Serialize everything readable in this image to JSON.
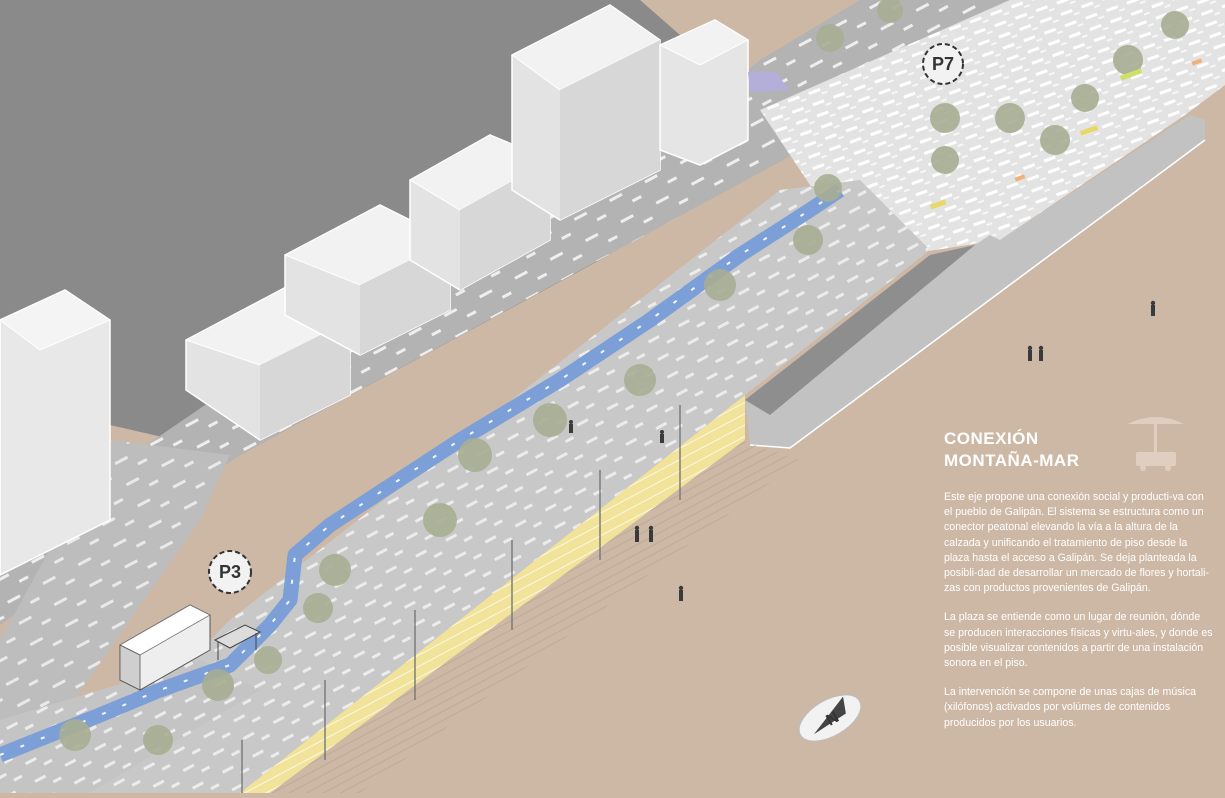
{
  "labels": {
    "p7": "P7",
    "p3": "P3"
  },
  "compass": {
    "letter": "N"
  },
  "panel": {
    "title_line1": "CONEXIÓN",
    "title_line2": "MONTAÑA-MAR",
    "paragraphs": [
      "Este eje propone una conexión social y producti-va con el pueblo de Galipán. El sistema se estructura como un conector peatonal elevando la vía a la altura de la calzada y unificando el tratamiento de piso desde la plaza hasta el acceso a Galipán. Se deja planteada la posibli-dad de desarrollar un mercado de flores y hortali-zas con productos provenientes de Galipán.",
      "La plaza se entiende como un lugar de reunión, dónde se producen interacciones físicas y virtu-ales, y donde es posible visualizar contenidos a partir de una instalación sonora en el piso.",
      "La intervención se compone  de unas cajas de música  (xilófonos) activados por volúmes de contenidos producidos por los usuarios."
    ]
  },
  "colors": {
    "background": "#cdb8a6",
    "city_block": "#8a8a8a",
    "road": "#b3b3b3",
    "promenade": "#c8c8c8",
    "plaza": "#e3e3e3",
    "path": "#7b9fd6",
    "wall": "#f1e39a",
    "tree": "#a8ae94"
  }
}
